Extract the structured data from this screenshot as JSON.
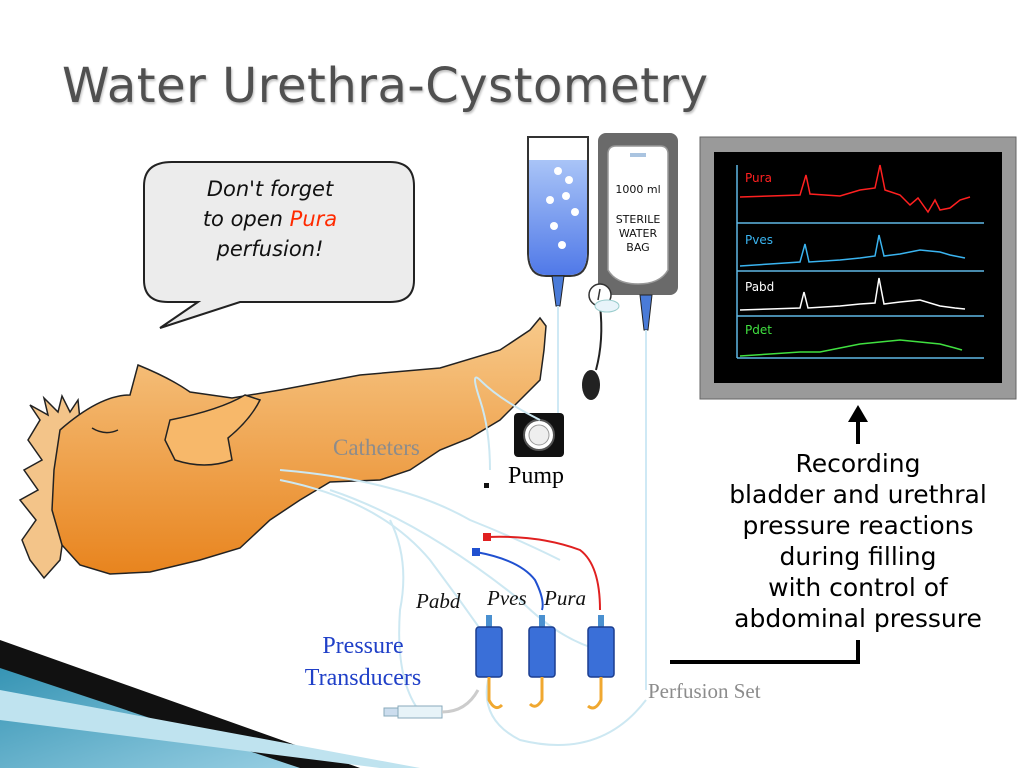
{
  "title": "Water Urethra-Cystometry",
  "bubble": {
    "line1": "Don't forget",
    "line2_pre": "to open ",
    "line2_highlight": "Pura",
    "line3": "perfusion!"
  },
  "labels": {
    "catheters": "Catheters",
    "pump": "Pump",
    "pressure_transducers_line1": "Pressure",
    "pressure_transducers_line2": "Transducers",
    "perfusion_set": "Perfusion Set",
    "pabd": "Pabd",
    "pves": "Pves",
    "pura": "Pura"
  },
  "bag": {
    "volume": "1000 ml",
    "line1": "STERILE",
    "line2": "WATER",
    "line3": "BAG"
  },
  "monitor": {
    "traces": [
      {
        "label": "Pura",
        "color": "#ff2020"
      },
      {
        "label": "Pves",
        "color": "#3ab4f0"
      },
      {
        "label": "Pabd",
        "color": "#ffffff"
      },
      {
        "label": "Pdet",
        "color": "#40e040"
      }
    ]
  },
  "recording": {
    "line1": "Recording",
    "line2": "bladder and urethral",
    "line3": "pressure reactions",
    "line4": "during filling",
    "line5": "with control of",
    "line6": "abdominal pressure"
  },
  "colors": {
    "title": "#505050",
    "highlight": "#ff2a00",
    "label_gray": "#8c8c8c",
    "transducer_blue": "#2040c8",
    "skin": "#f4a858",
    "water": "#6e96f0"
  }
}
